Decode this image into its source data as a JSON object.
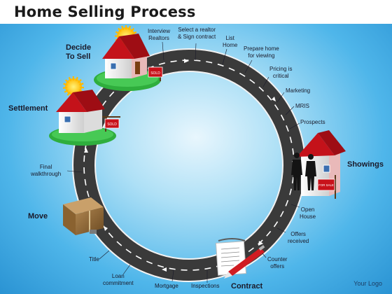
{
  "title": "Home Selling Process",
  "stages": {
    "decide": "Decide\nTo Sell",
    "settlement": "Settlement",
    "showings": "Showings",
    "move": "Move",
    "contract": "Contract"
  },
  "steps": {
    "interview": "Interview\nRealtors",
    "select": "Select a realtor\n& Sign contract",
    "list": "List\nHome",
    "prepare": "Prepare home\nfor viewing",
    "pricing": "Pricing is\ncritical",
    "marketing": "Marketing",
    "mris": "MRIS",
    "prospects": "Prospects",
    "open_house": "Open\nHouse",
    "offers": "Offers\nreceived",
    "counter": "Counter\noffers",
    "inspections": "Inspections",
    "mortgage": "Mortgage",
    "loan": "Loan\ncommitment",
    "title_step": "Title",
    "final": "Final\nwalkthrough"
  },
  "signs": {
    "sold": "SOLD",
    "for_sale": "FOR SALE"
  },
  "logo": "Your Logo",
  "colors": {
    "road": "#3a3a3a",
    "road_edge": "#f2f2f2",
    "background": "#4fb6ea",
    "roof": "#c4121a",
    "lawn": "#2fae3d",
    "sun": "#ffcc00",
    "sign": "#c8121a",
    "pen": "#d01c22"
  }
}
